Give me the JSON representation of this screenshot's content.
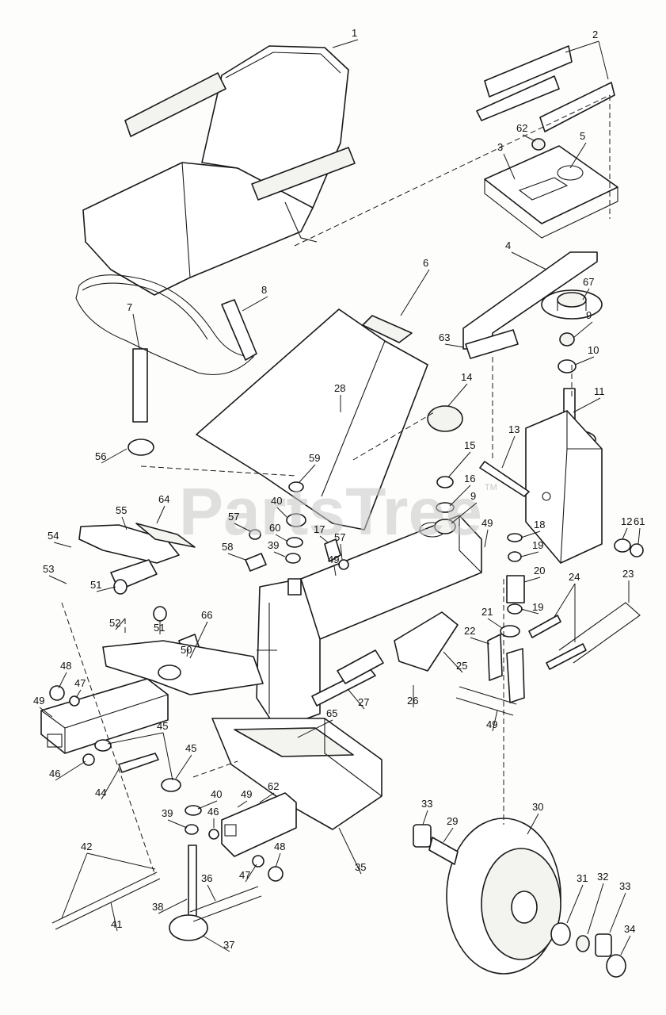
{
  "watermark": {
    "text": "PartsTree",
    "tm": "TM"
  },
  "callouts": [
    "1",
    "2",
    "3",
    "4",
    "5",
    "6",
    "7",
    "8",
    "9",
    "10",
    "11",
    "12",
    "13",
    "14",
    "15",
    "16",
    "17",
    "18",
    "19",
    "20",
    "21",
    "22",
    "23",
    "24",
    "25",
    "26",
    "27",
    "28",
    "29",
    "30",
    "31",
    "32",
    "33",
    "34",
    "35",
    "36",
    "37",
    "38",
    "39",
    "40",
    "41",
    "42",
    "44",
    "45",
    "46",
    "47",
    "48",
    "49",
    "50",
    "51",
    "52",
    "53",
    "54",
    "55",
    "56",
    "57",
    "58",
    "59",
    "60",
    "61",
    "62",
    "63",
    "64",
    "65",
    "66",
    "67"
  ]
}
